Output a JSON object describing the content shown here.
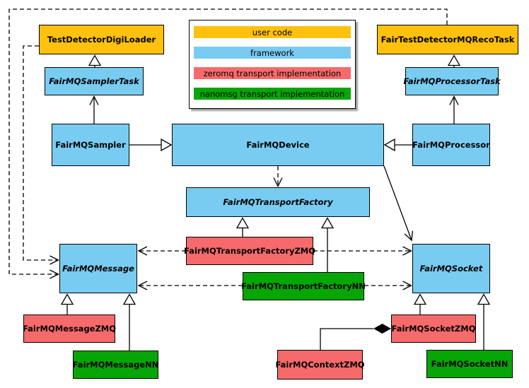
{
  "colors": {
    "user_code": "#FEC10D",
    "framework": "#79CCF1",
    "zeromq_impl": "#F66A6C",
    "nanomsg_impl": "#05A605",
    "edge": "#000000",
    "background": "#FFFFFF"
  },
  "legend": {
    "items": [
      {
        "label": "user code",
        "color": "#FEC10D"
      },
      {
        "label": "framework",
        "color": "#79CCF1"
      },
      {
        "label": "zeromq transport implementation",
        "color": "#F66A6C"
      },
      {
        "label": "nanomsg transport implementation",
        "color": "#05A605"
      }
    ]
  },
  "nodes": {
    "testDetectorDigiLoader": {
      "label": "TestDetectorDigiLoader",
      "category": "user code",
      "abstract": false
    },
    "fairTestDetectorMQRecoTask": {
      "label": "FairTestDetectorMQRecoTask",
      "category": "user code",
      "abstract": false
    },
    "fairMQSamplerTask": {
      "label": "FairMQSamplerTask",
      "category": "framework",
      "abstract": true
    },
    "fairMQProcessorTask": {
      "label": "FairMQProcessorTask",
      "category": "framework",
      "abstract": true
    },
    "fairMQSampler": {
      "label": "FairMQSampler",
      "category": "framework",
      "abstract": false
    },
    "fairMQDevice": {
      "label": "FairMQDevice",
      "category": "framework",
      "abstract": false
    },
    "fairMQProcessor": {
      "label": "FairMQProcessor",
      "category": "framework",
      "abstract": false
    },
    "fairMQTransportFactory": {
      "label": "FairMQTransportFactory",
      "category": "framework",
      "abstract": true
    },
    "fairMQTransportFactoryZMQ": {
      "label": "FairMQTransportFactoryZMQ",
      "category": "zeromq transport implementation",
      "abstract": false
    },
    "fairMQTransportFactoryNN": {
      "label": "FairMQTransportFactoryNN",
      "category": "nanomsg transport implementation",
      "abstract": false
    },
    "fairMQMessage": {
      "label": "FairMQMessage",
      "category": "framework",
      "abstract": true
    },
    "fairMQSocket": {
      "label": "FairMQSocket",
      "category": "framework",
      "abstract": true
    },
    "fairMQMessageZMQ": {
      "label": "FairMQMessageZMQ",
      "category": "zeromq transport implementation",
      "abstract": false
    },
    "fairMQMessageNN": {
      "label": "FairMQMessageNN",
      "category": "nanomsg transport implementation",
      "abstract": false
    },
    "fairMQContextZMQ": {
      "label": "FairMQContextZMQ",
      "category": "zeromq transport implementation",
      "abstract": false
    },
    "fairMQSocketZMQ": {
      "label": "FairMQSocketZMQ",
      "category": "zeromq transport implementation",
      "abstract": false
    },
    "fairMQSocketNN": {
      "label": "FairMQSocketNN",
      "category": "nanomsg transport implementation",
      "abstract": false
    }
  },
  "edges": [
    {
      "from": "FairMQSamplerTask",
      "to": "TestDetectorDigiLoader",
      "relation": "inheritance",
      "line": "solid"
    },
    {
      "from": "FairMQSampler",
      "to": "FairMQSamplerTask",
      "relation": "association",
      "line": "solid"
    },
    {
      "from": "FairMQProcessorTask",
      "to": "FairTestDetectorMQRecoTask",
      "relation": "inheritance",
      "line": "solid"
    },
    {
      "from": "FairMQProcessor",
      "to": "FairMQProcessorTask",
      "relation": "association",
      "line": "solid"
    },
    {
      "from": "FairMQSampler",
      "to": "FairMQDevice",
      "relation": "inheritance",
      "line": "solid"
    },
    {
      "from": "FairMQProcessor",
      "to": "FairMQDevice",
      "relation": "inheritance",
      "line": "solid"
    },
    {
      "from": "FairMQDevice",
      "to": "FairMQTransportFactory",
      "relation": "dependency",
      "line": "dashed"
    },
    {
      "from": "FairMQDevice",
      "to": "FairMQSocket",
      "relation": "association",
      "line": "solid"
    },
    {
      "from": "FairMQTransportFactoryZMQ",
      "to": "FairMQTransportFactory",
      "relation": "inheritance",
      "line": "solid"
    },
    {
      "from": "FairMQTransportFactoryNN",
      "to": "FairMQTransportFactory",
      "relation": "inheritance",
      "line": "solid"
    },
    {
      "from": "FairMQTransportFactoryZMQ",
      "to": "FairMQMessage",
      "relation": "dependency",
      "line": "dashed"
    },
    {
      "from": "FairMQTransportFactoryZMQ",
      "to": "FairMQSocket",
      "relation": "dependency",
      "line": "dashed"
    },
    {
      "from": "FairMQTransportFactoryNN",
      "to": "FairMQMessage",
      "relation": "dependency",
      "line": "dashed"
    },
    {
      "from": "FairMQTransportFactoryNN",
      "to": "FairMQSocket",
      "relation": "dependency",
      "line": "dashed"
    },
    {
      "from": "TestDetectorDigiLoader",
      "to": "FairMQMessage",
      "relation": "dependency",
      "line": "dashed"
    },
    {
      "from": "FairTestDetectorMQRecoTask",
      "to": "FairMQMessage",
      "relation": "dependency",
      "line": "dashed"
    },
    {
      "from": "FairMQMessageZMQ",
      "to": "FairMQMessage",
      "relation": "inheritance",
      "line": "solid"
    },
    {
      "from": "FairMQMessageNN",
      "to": "FairMQMessage",
      "relation": "inheritance",
      "line": "solid"
    },
    {
      "from": "FairMQSocketZMQ",
      "to": "FairMQSocket",
      "relation": "inheritance",
      "line": "solid"
    },
    {
      "from": "FairMQSocketNN",
      "to": "FairMQSocket",
      "relation": "inheritance",
      "line": "solid"
    },
    {
      "from": "FairMQContextZMQ",
      "to": "FairMQSocketZMQ",
      "relation": "composition",
      "line": "solid"
    }
  ]
}
